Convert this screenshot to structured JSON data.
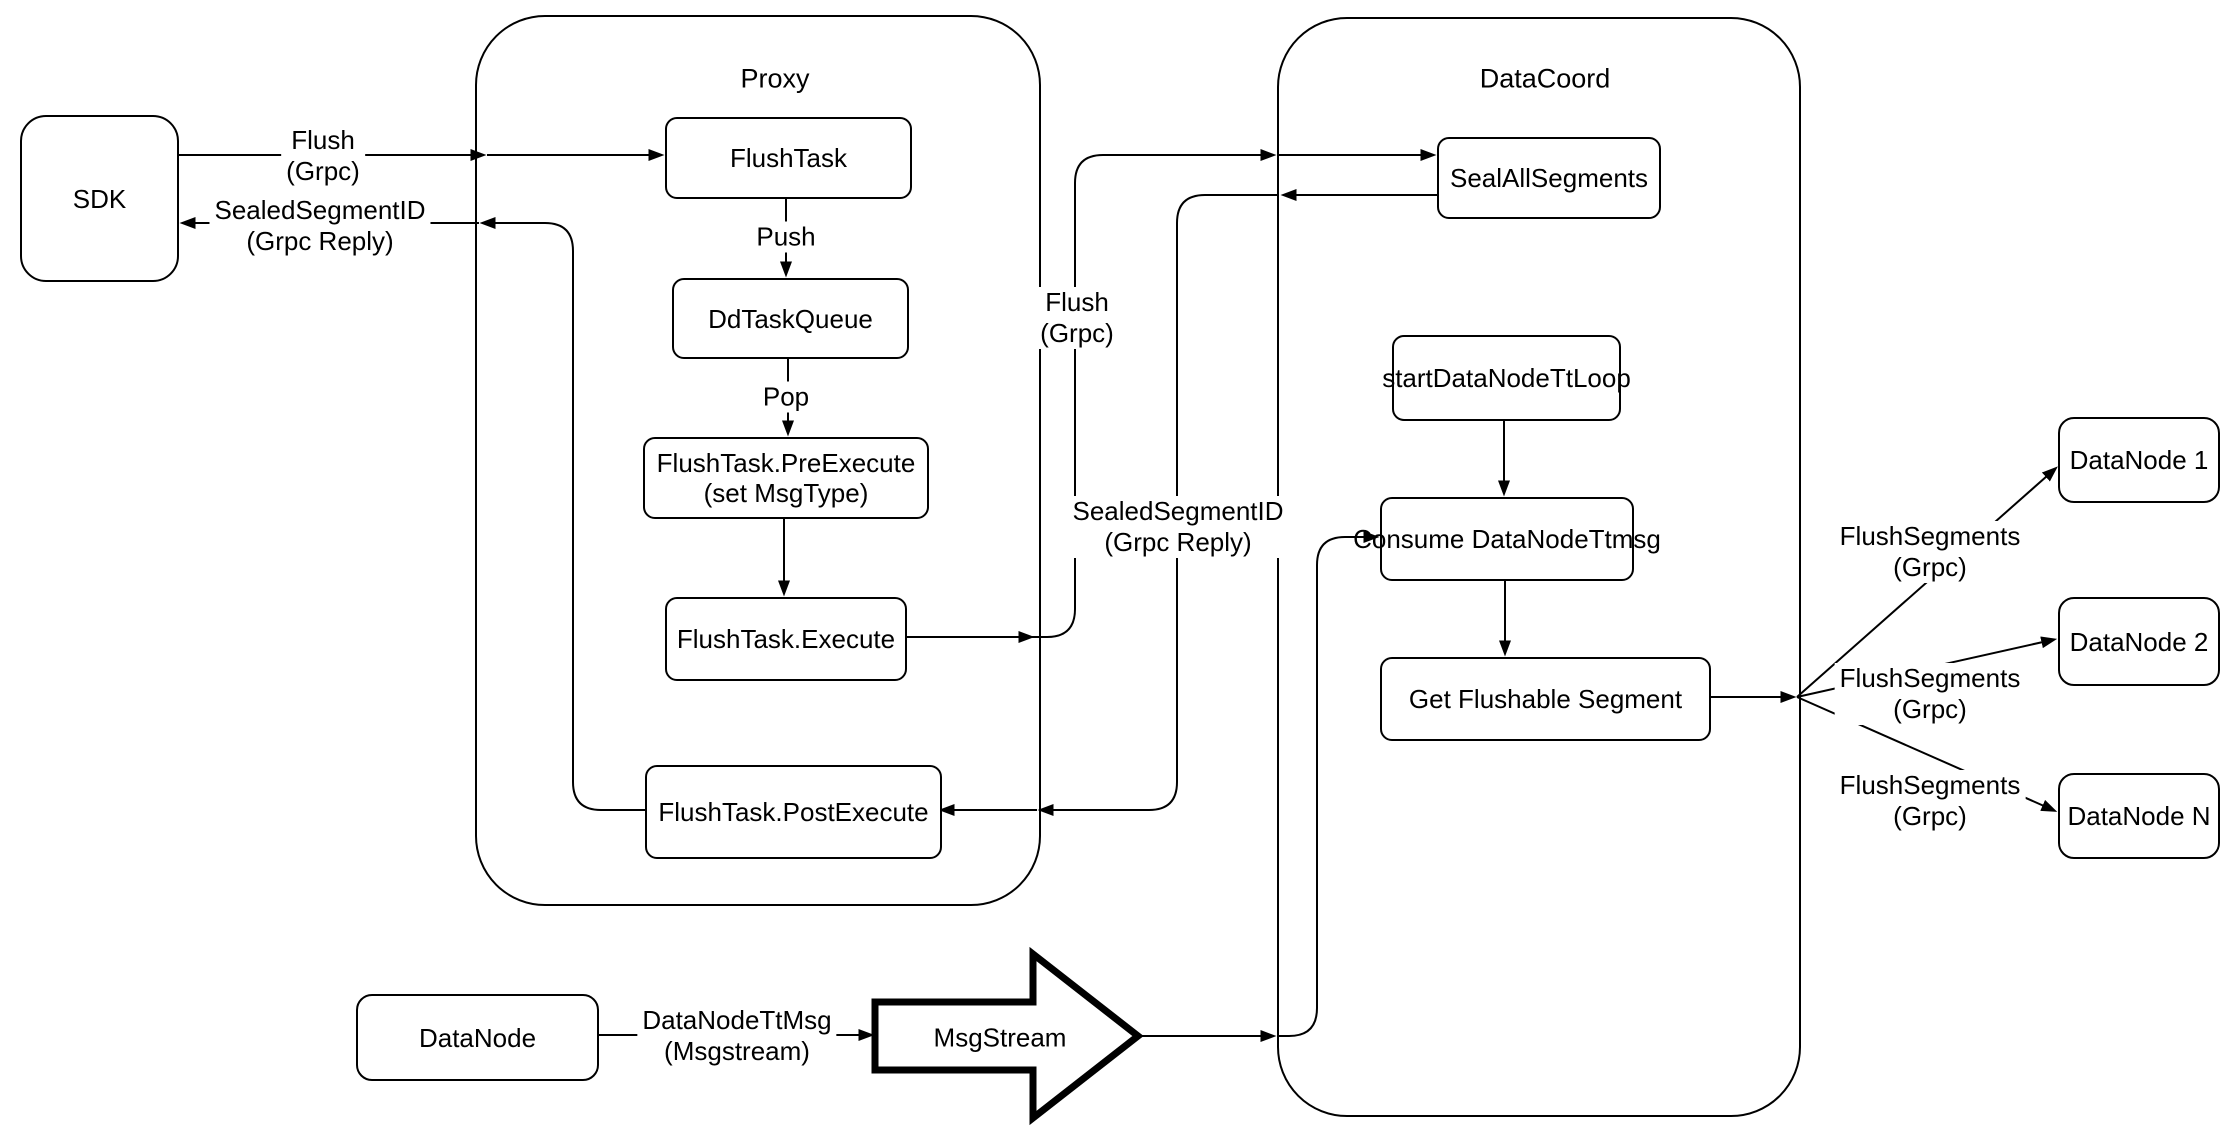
{
  "colors": {
    "stroke": "#000000",
    "fill": "#ffffff"
  },
  "containers": {
    "proxy": {
      "title": "Proxy"
    },
    "datacoord": {
      "title": "DataCoord"
    }
  },
  "nodes": {
    "sdk": {
      "label": "SDK"
    },
    "flush_task": {
      "label": "FlushTask"
    },
    "dd_task_queue": {
      "label": "DdTaskQueue"
    },
    "pre_execute": {
      "line1": "FlushTask.PreExecute",
      "line2": "(set MsgType)"
    },
    "execute": {
      "label": "FlushTask.Execute"
    },
    "post_execute": {
      "label": "FlushTask.PostExecute"
    },
    "seal_all_segments": {
      "label": "SealAllSegments"
    },
    "start_datanode_tt_loop": {
      "label": "startDataNodeTtLoop"
    },
    "consume_datanode_ttmsg": {
      "label": "Consume DataNodeTtmsg"
    },
    "get_flushable_segment": {
      "label": "Get Flushable Segment"
    },
    "datanode1": {
      "label": "DataNode 1"
    },
    "datanode2": {
      "label": "DataNode 2"
    },
    "datanode_n": {
      "label": "DataNode N"
    },
    "datanode": {
      "label": "DataNode"
    },
    "msgstream": {
      "label": "MsgStream"
    }
  },
  "edge_labels": {
    "flush_request": {
      "line1": "Flush",
      "line2": "(Grpc)"
    },
    "sealed_reply": {
      "line1": "SealedSegmentID",
      "line2": "(Grpc Reply)"
    },
    "push": {
      "text": "Push"
    },
    "pop": {
      "text": "Pop"
    },
    "flush_grpc_mid": {
      "line1": "Flush",
      "line2": "(Grpc)"
    },
    "sealed_reply_mid": {
      "line1": "SealedSegmentID",
      "line2": "(Grpc Reply)"
    },
    "flush_segments_1": {
      "line1": "FlushSegments",
      "line2": "(Grpc)"
    },
    "flush_segments_2": {
      "line1": "FlushSegments",
      "line2": "(Grpc)"
    },
    "flush_segments_3": {
      "line1": "FlushSegments",
      "line2": "(Grpc)"
    },
    "datanode_tt_msg": {
      "line1": "DataNodeTtMsg",
      "line2": "(Msgstream)"
    }
  }
}
